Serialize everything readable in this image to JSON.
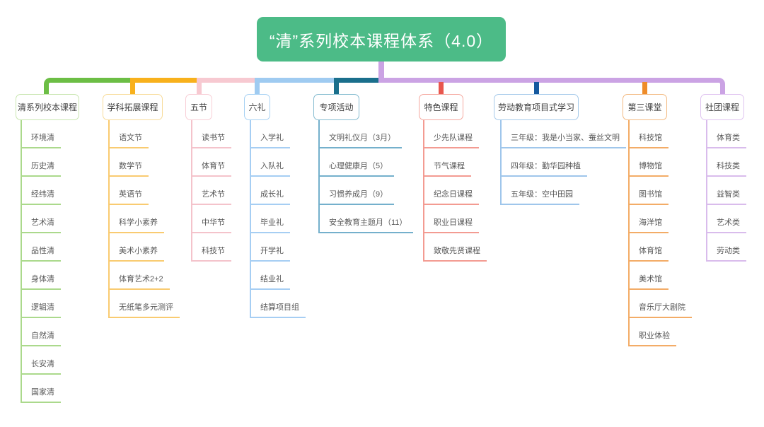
{
  "title": "“清”系列校本课程体系（4.0）",
  "title_bg": "#4CBB87",
  "trunk_color": "#CBA3E4",
  "branches": [
    {
      "label": "清系列校本课程",
      "children": [
        "环境清",
        "历史清",
        "经纬清",
        "艺术清",
        "品性清",
        "身体清",
        "逻辑清",
        "自然清",
        "长安清",
        "国家清"
      ],
      "colors": {
        "line": "#6CBE45",
        "border": "#C9E6B0",
        "leaf": "#ABD98C"
      }
    },
    {
      "label": "学科拓展课程",
      "children": [
        "语文节",
        "数学节",
        "英语节",
        "科学小素养",
        "美术小素养",
        "体育艺术2+2",
        "无纸笔多元测评"
      ],
      "colors": {
        "line": "#F8B11C",
        "border": "#F8DC9B",
        "leaf": "#F9CB71"
      }
    },
    {
      "label": "五节",
      "children": [
        "读书节",
        "体育节",
        "艺术节",
        "中华节",
        "科技节"
      ],
      "colors": {
        "line": "#F7C9D1",
        "border": "#F8CED6",
        "leaf": "#F4C3CB"
      }
    },
    {
      "label": "六礼",
      "children": [
        "入学礼",
        "入队礼",
        "成长礼",
        "毕业礼",
        "开学礼",
        "结业礼",
        "结算项目组"
      ],
      "colors": {
        "line": "#9FCBF1",
        "border": "#A8D2F4",
        "leaf": "#A6CEF3"
      }
    },
    {
      "label": "专项活动",
      "children": [
        "文明礼仪月（3月）",
        "心理健康月（5）",
        "习惯养成月（9）",
        "安全教育主题月（11）"
      ],
      "colors": {
        "line": "#1A6F8C",
        "border": "#85BCD0",
        "leaf": "#74B0CC"
      }
    },
    {
      "label": "特色课程",
      "children": [
        "少先队课程",
        "节气课程",
        "纪念日课程",
        "职业日课程",
        "致敬先贤课程"
      ],
      "colors": {
        "line": "#E8564E",
        "border": "#F5A89F",
        "leaf": "#F39B92"
      }
    },
    {
      "label": "劳动教育项目式学习",
      "children": [
        "三年级：我是小当家、蚕丝文明",
        "四年级：勤华园种植",
        "五年级：空中田园"
      ],
      "colors": {
        "line": "#15599F",
        "border": "#A6CAEA",
        "leaf": "#9FC6EB"
      }
    },
    {
      "label": "第三课堂",
      "children": [
        "科技馆",
        "博物馆",
        "图书馆",
        "海洋馆",
        "体育馆",
        "美术馆",
        "音乐厅大剧院",
        "职业体验"
      ],
      "colors": {
        "line": "#EE8C2A",
        "border": "#F3BA82",
        "leaf": "#F3AC67"
      }
    },
    {
      "label": "社团课程",
      "children": [
        "体育类",
        "科技类",
        "益智类",
        "艺术类",
        "劳动类"
      ],
      "colors": {
        "line": "#CBA3E4",
        "border": "#DFC3F0",
        "leaf": "#D9BCEC"
      }
    }
  ]
}
